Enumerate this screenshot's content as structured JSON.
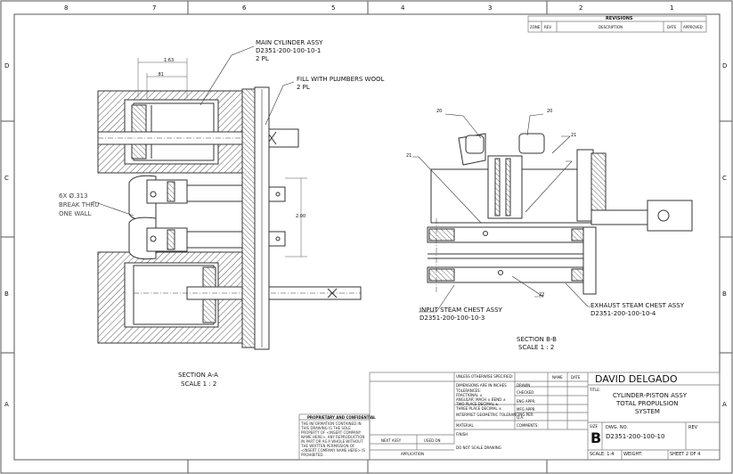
{
  "border": {
    "zones_top": [
      "8",
      "7",
      "6",
      "5",
      "4",
      "3",
      "2",
      "1"
    ],
    "zones_side": [
      "D",
      "C",
      "B",
      "A"
    ]
  },
  "revisions": {
    "title": "REVISIONS",
    "headers": [
      "ZONE",
      "REV.",
      "DESCRIPTION",
      "DATE",
      "APPROVED"
    ]
  },
  "callouts": {
    "main_cyl_1": "MAIN CYLINDER ASSY",
    "main_cyl_2": "D2351-200-100-10-1",
    "main_cyl_3": "2 PL",
    "fill_1": "FILL WITH PLUMBERS WOOL",
    "fill_2": "2 PL",
    "hole_1": "6X  Ø.313",
    "hole_2": "BREAK THRU",
    "hole_3": "ONE WALL",
    "dim_163": "1.63",
    "dim_81": ".81",
    "dim_200": "2.00",
    "balloon_20a": "20",
    "balloon_20b": "20",
    "balloon_21a": "21",
    "balloon_21b": "21",
    "balloon_22": "22",
    "input_1": "INPUT STEAM CHEST ASSY",
    "input_2": "D2351-200-100-10-3",
    "exhaust_1": "EXHAUST STEAM CHEST ASSY",
    "exhaust_2": "D2351-200-100-10-4"
  },
  "sections": {
    "aa_1": "SECTION A-A",
    "aa_2": "SCALE 1 : 2",
    "bb_1": "SECTION B-B",
    "bb_2": "SCALE 1 : 2"
  },
  "title_block": {
    "company": "DAVID DELGADO",
    "title_label": "TITLE:",
    "title_1": "CYLINDER-PISTON ASSY",
    "title_2": "TOTAL PROPULSION",
    "title_3": "SYSTEM",
    "size_label": "SIZE",
    "size": "B",
    "dwg_label": "DWG.  NO.",
    "dwg_no": "D2351-200-100-10",
    "rev_label": "REV",
    "scale": "SCALE: 1:4",
    "weight": "WEIGHT:",
    "sheet": "SHEET 2 OF 4",
    "unless": "UNLESS OTHERWISE SPECIFIED:",
    "dims": "DIMENSIONS ARE IN INCHES",
    "tol": "TOLERANCES:",
    "frac": "FRACTIONAL ±",
    "angular": "ANGULAR: MACH ±   BEND ±",
    "two_place": "TWO PLACE DECIMAL  ±",
    "three_place": "THREE PLACE DECIMAL  ±",
    "interpret": "INTERPRET GEOMETRIC TOLERANCING PER:",
    "material": "MATERIAL",
    "finish": "FINISH",
    "name": "NAME",
    "date": "DATE",
    "drawn": "DRAWN",
    "checked": "CHECKED",
    "eng_appr": "ENG APPR.",
    "mfg_appr": "MFG APPR.",
    "qa": "Q.A.",
    "comments": "COMMENTS:",
    "next_assy": "NEXT ASSY",
    "used_on": "USED ON",
    "application": "APPLICATION",
    "do_not_scale": "DO NOT SCALE DRAWING",
    "proprietary": "PROPRIETARY AND CONFIDENTIAL",
    "prop_text": "THE INFORMATION CONTAINED IN THIS DRAWING IS THE SOLE PROPERTY OF <INSERT COMPANY NAME HERE>. ANY REPRODUCTION IN PART OR AS A WHOLE WITHOUT THE WRITTEN PERMISSION OF <INSERT COMPANY NAME HERE> IS PROHIBITED."
  }
}
